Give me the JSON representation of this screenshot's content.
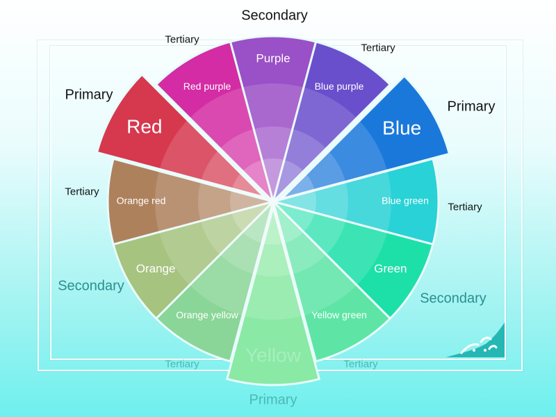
{
  "wheel": {
    "center_label": "",
    "sectors": [
      {
        "id": "purple",
        "label": "Purple",
        "color": "#9a50c6",
        "text_color": "#ffffff"
      },
      {
        "id": "blue-purple",
        "label": "Blue purple",
        "color": "#6a4fcc",
        "text_color": "#ffffff"
      },
      {
        "id": "blue",
        "label": "Blue",
        "color": "#1b78db",
        "text_color": "#ffffff"
      },
      {
        "id": "blue-green",
        "label": "Blue green",
        "color": "#29d2d6",
        "text_color": "#ffffff"
      },
      {
        "id": "green",
        "label": "Green",
        "color": "#1de0a9",
        "text_color": "#ffffff"
      },
      {
        "id": "yellow-green",
        "label": "Yellow green",
        "color": "#5ee5a6",
        "text_color": "#ffffff"
      },
      {
        "id": "yellow",
        "label": "Yellow",
        "color": "#8ae9a4",
        "text_color": "#a8eec0"
      },
      {
        "id": "orange-yellow",
        "label": "Orange yellow",
        "color": "#8ad698",
        "text_color": "#ffffff"
      },
      {
        "id": "orange",
        "label": "Orange",
        "color": "#a6c37f",
        "text_color": "#ffffff"
      },
      {
        "id": "orange-red",
        "label": "Orange red",
        "color": "#ae815d",
        "text_color": "#ffffff"
      },
      {
        "id": "red",
        "label": "Red",
        "color": "#d6384e",
        "text_color": "#ffffff"
      },
      {
        "id": "red-purple",
        "label": "Red purple",
        "color": "#d32ca4",
        "text_color": "#ffffff"
      }
    ]
  },
  "labels": {
    "top": "Secondary",
    "tertiary_top_left": "Tertiary",
    "tertiary_top_right": "Tertiary",
    "primary_left": "Primary",
    "primary_right": "Primary",
    "tertiary_left": "Tertiary",
    "tertiary_right": "Tertiary",
    "secondary_left": "Secondary",
    "secondary_right": "Secondary",
    "tertiary_bottom_left": "Tertiary",
    "tertiary_bottom_right": "Tertiary",
    "primary_bottom": "Primary"
  },
  "colors": {
    "background_top": "#ffffff",
    "background_bottom": "#6ef0ee",
    "logo": "#25b7b3"
  },
  "logo": {
    "icon": "calligraphy-logo"
  }
}
